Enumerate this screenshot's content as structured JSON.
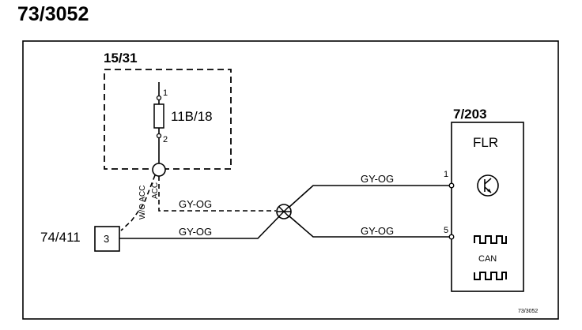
{
  "diagram": {
    "title": "73/3052",
    "ref_code": "73/3052",
    "fuse_box": {
      "label": "15/31",
      "fuse_label": "11B/18",
      "pin_top": "1",
      "pin_bottom": "2"
    },
    "branch_labels": {
      "without_acc": "W/O ACC",
      "acc": "ACC"
    },
    "connector": {
      "label": "74/411",
      "pin": "3"
    },
    "module": {
      "label": "7/203",
      "name": "FLR",
      "pin_upper": "1",
      "pin_lower": "5",
      "bus_label": "CAN"
    },
    "wires": {
      "dashed_to_splice": "GY-OG",
      "connector_to_splice": "GY-OG",
      "splice_to_pin1": "GY-OG",
      "splice_to_pin5": "GY-OG"
    }
  }
}
